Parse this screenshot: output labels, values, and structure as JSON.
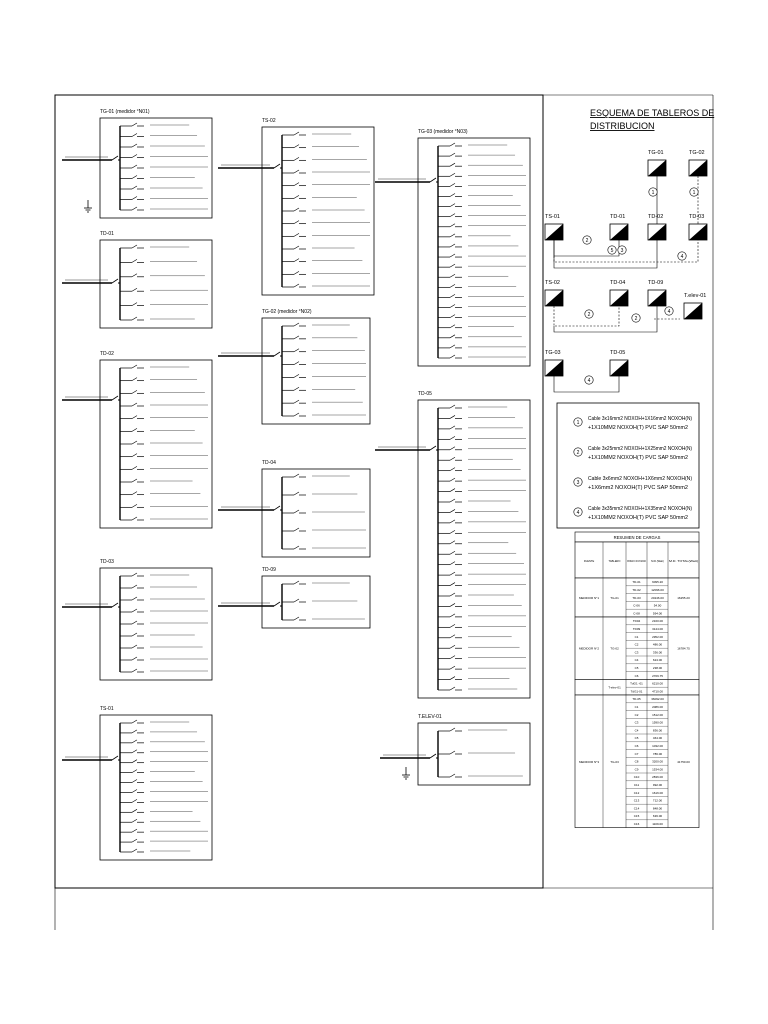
{
  "boards": [
    {
      "id": "tg01",
      "title": "TG-01 (medidor °N01)",
      "rows": 9
    },
    {
      "id": "td01",
      "title": "TD-01",
      "rows": 6
    },
    {
      "id": "td02",
      "title": "TD-02",
      "rows": 13
    },
    {
      "id": "td03",
      "title": "TD-03",
      "rows": 9
    },
    {
      "id": "ts01",
      "title": "TS-01",
      "rows": 14
    },
    {
      "id": "ts02",
      "title": "TS-02",
      "rows": 13
    },
    {
      "id": "tg02",
      "title": "TG-02 (medidor °N02)",
      "rows": 8
    },
    {
      "id": "td04",
      "title": "TD-04",
      "rows": 5
    },
    {
      "id": "td09",
      "title": "TD-09",
      "rows": 3
    },
    {
      "id": "tg03",
      "title": "TG-03 (medidor °N03)",
      "rows": 22
    },
    {
      "id": "td05",
      "title": "TD-05",
      "rows": 28
    },
    {
      "id": "telev",
      "title": "T.ELEV-01",
      "rows": 3
    }
  ],
  "schema": {
    "title_line1": "ESQUEMA DE TABLEROS DE",
    "title_line2": "DISTRIBUCION",
    "nodes": {
      "tg01_top": "TG-01",
      "tg02_top": "TG-02",
      "ts01": "TS-01",
      "td01": "TD-01",
      "td02": "TD-02",
      "td03": "TD-03",
      "ts02": "TS-02",
      "td04": "TD-04",
      "td09": "TD-09",
      "telev": "T.elev-01",
      "tg03": "TG-03",
      "td05": "TD-05"
    },
    "cable_numbers": [
      "1",
      "1",
      "2",
      "3",
      "4",
      "5",
      "2",
      "2",
      "4",
      "4"
    ]
  },
  "legend": [
    {
      "num": "1",
      "line1": "Cable 3x16mm2 NOXOH+1X16mm2 NOXOH(N)",
      "line2": "+1X10MM2 NOXOH(T) PVC SAP 50mm2"
    },
    {
      "num": "2",
      "line1": "Cable 3x25mm2 NOXOH+1X25mm2 NOXOH(N)",
      "line2": "+1X10MM2 NOXOH(T) PVC SAP 50mm2"
    },
    {
      "num": "3",
      "line1": "Cable 3x6mm2 NOXOH+1X6mm2 NOXOH(N)",
      "line2": "+1X6mm2 NOXOH(T) PVC SAP 50mm2"
    },
    {
      "num": "4",
      "line1": "Cable 3x35mm2 NOXOH+1X35mm2 NOXOH(N)",
      "line2": "+1X10MM2 NOXOH(T) PVC SAP 50mm2"
    }
  ],
  "loads": {
    "title": "RESUMEN DE CARGAS",
    "headers": [
      "FUENTE",
      "TABLERO",
      "SUBTABLERO O CIRCUITO DERIVADO",
      "M.D.(Watt)",
      "M.D. TOTAL(Watt)"
    ],
    "groups": [
      {
        "fuente": "MEDIDOR N°1",
        "tablero": "TG-01",
        "total": "16255.20",
        "rows": [
          [
            "TD-01",
            "6095.20"
          ],
          [
            "TD-02",
            "12096.00"
          ],
          [
            "TD-03",
            "20246.00"
          ],
          [
            "C-06",
            "54.00"
          ],
          [
            "C-08",
            "594.00"
          ]
        ]
      },
      {
        "fuente": "MEDIDOR N°2",
        "tablero": "TG-02",
        "total": "16784.75",
        "rows": [
          [
            "TD04",
            "2160.00"
          ],
          [
            "TD09",
            "3144.00"
          ],
          [
            "C1",
            "2952.00"
          ],
          [
            "C2",
            "486.00"
          ],
          [
            "C3",
            "336.00"
          ],
          [
            "C4",
            "624.00"
          ],
          [
            "C5",
            "238.00"
          ],
          [
            "C6",
            "2709.75"
          ]
        ]
      },
      {
        "fuente": "",
        "tablero": "T-elev-01",
        "total": "",
        "rows": [
          [
            "TdG1 -01",
            "6210.00"
          ],
          [
            "TdG1-01",
            "4710.00"
          ]
        ]
      },
      {
        "fuente": "MEDIDOR N°3",
        "tablero": "TG-03",
        "total": "41750.00",
        "rows": [
          [
            "TD-05",
            "36092.00"
          ],
          [
            "C1",
            "2086.00"
          ],
          [
            "C2",
            "1512.00"
          ],
          [
            "C3",
            "1590.00"
          ],
          [
            "C4",
            "836.00"
          ],
          [
            "C5",
            "464.00"
          ],
          [
            "C6",
            "1032.00"
          ],
          [
            "C7",
            "786.00"
          ],
          [
            "C8",
            "3200.00"
          ],
          [
            "C9",
            "1534.00"
          ],
          [
            "C10",
            "2836.00"
          ],
          [
            "C11",
            "992.00"
          ],
          [
            "C12",
            "1616.00"
          ],
          [
            "C13",
            "712.00"
          ],
          [
            "C14",
            "848.00"
          ],
          [
            "C15",
            "636.00"
          ],
          [
            "C16",
            "1109.00"
          ]
        ]
      }
    ]
  }
}
